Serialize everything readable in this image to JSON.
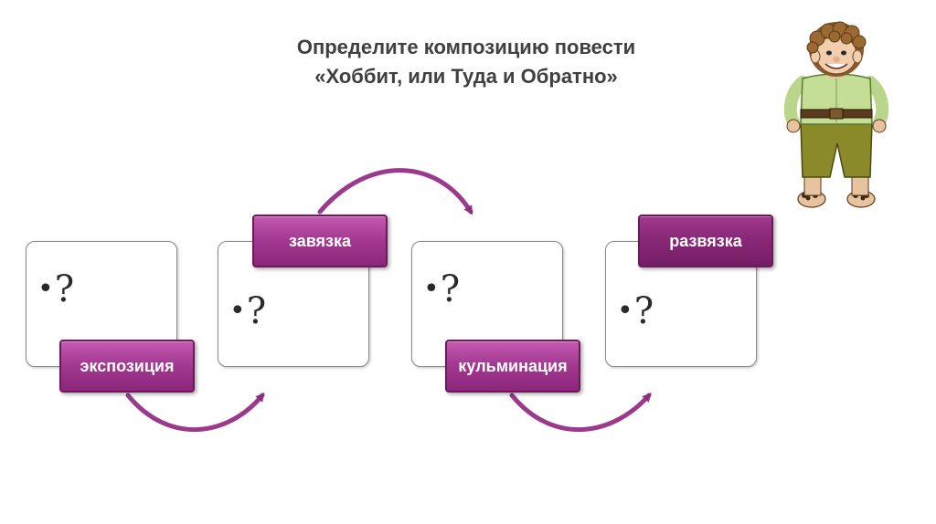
{
  "title": {
    "line1": "Определите композицию повести",
    "line2": "«Хоббит, или Туда и Обратно»"
  },
  "cards": [
    {
      "placeholder": "?",
      "label": "экспозиция"
    },
    {
      "placeholder": "?",
      "label": "завязка"
    },
    {
      "placeholder": "?",
      "label": "кульминация"
    },
    {
      "placeholder": "?",
      "label": "развязка"
    }
  ],
  "colors": {
    "label_fill": "#a43a92",
    "label_border": "#6a1a5a",
    "arrow": "#9b3a8c",
    "title_text": "#404040"
  },
  "icons": {
    "character": "hobbit-illustration"
  }
}
